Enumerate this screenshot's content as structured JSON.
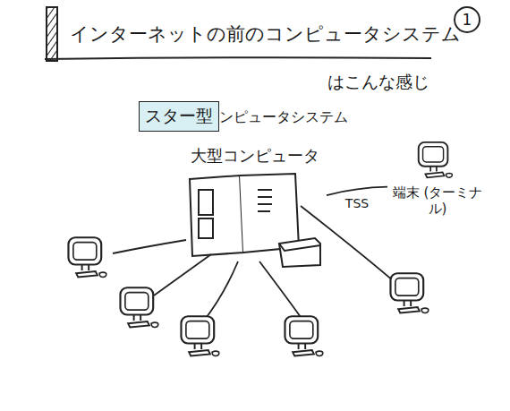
{
  "diagram": {
    "title": "インターネットの前のコンピュータシステム",
    "nodes": [
      {
        "text": [
          "1"
        ]
      },
      {
        "text": [
          "スター型"
        ]
      },
      {
        "text": [
          "大型コンピュータ"
        ]
      },
      {
        "text": [
          "端末 (ターミナル)"
        ]
      }
    ],
    "edges": [
      {
        "from": 2,
        "to": 3,
        "label": "TSS",
        "arrow": "none"
      }
    ],
    "labels": [
      "はこんな感じ",
      "コンピュータシステム"
    ]
  }
}
